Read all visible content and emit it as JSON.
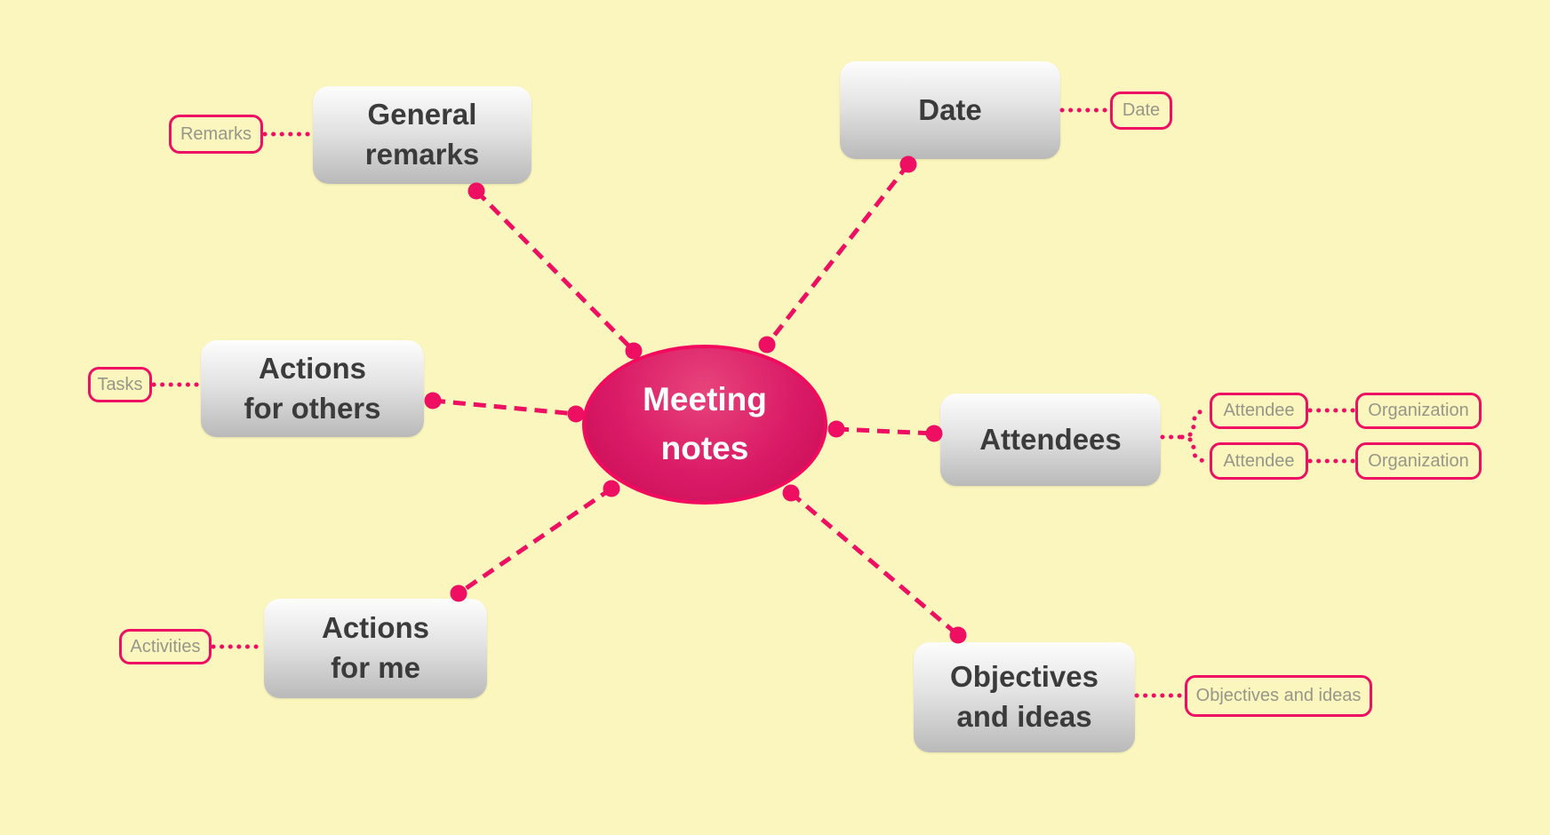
{
  "app": {
    "type": "mind-map",
    "background_color": "#faf6bd",
    "accent_color": "#ee0f63"
  },
  "colors": {
    "topic_text": "#3b3b3b",
    "topic_gradient_top": "#fdfdfd",
    "topic_gradient_bottom": "#b9b9b9",
    "sublabel_text": "#97968a",
    "sublabel_border": "#ee0f63",
    "center_fill_top": "#e7447b",
    "center_fill_bottom": "#c70b55",
    "center_border": "#f20a5f",
    "center_text": "#ffffff",
    "connector": "#ee0f63"
  },
  "center": {
    "label": "Meeting notes",
    "lines": [
      "Meeting",
      "notes"
    ]
  },
  "branches": [
    {
      "id": "general-remarks",
      "label": "General remarks",
      "lines": [
        "General",
        "remarks"
      ],
      "children": [
        {
          "label": "Remarks"
        }
      ]
    },
    {
      "id": "date",
      "label": "Date",
      "lines": [
        "Date"
      ],
      "children": [
        {
          "label": "Date"
        }
      ]
    },
    {
      "id": "actions-for-others",
      "label": "Actions for others",
      "lines": [
        "Actions",
        "for others"
      ],
      "children": [
        {
          "label": "Tasks"
        }
      ]
    },
    {
      "id": "attendees",
      "label": "Attendees",
      "lines": [
        "Attendees"
      ],
      "children": [
        {
          "label": "Attendee",
          "children": [
            {
              "label": "Organization"
            }
          ]
        },
        {
          "label": "Attendee",
          "children": [
            {
              "label": "Organization"
            }
          ]
        }
      ]
    },
    {
      "id": "actions-for-me",
      "label": "Actions for me",
      "lines": [
        "Actions",
        "for me"
      ],
      "children": [
        {
          "label": "Activities"
        }
      ]
    },
    {
      "id": "objectives-and-ideas",
      "label": "Objectives and ideas",
      "lines": [
        "Objectives",
        "and ideas"
      ],
      "children": [
        {
          "label": "Objectives and ideas"
        }
      ]
    }
  ]
}
